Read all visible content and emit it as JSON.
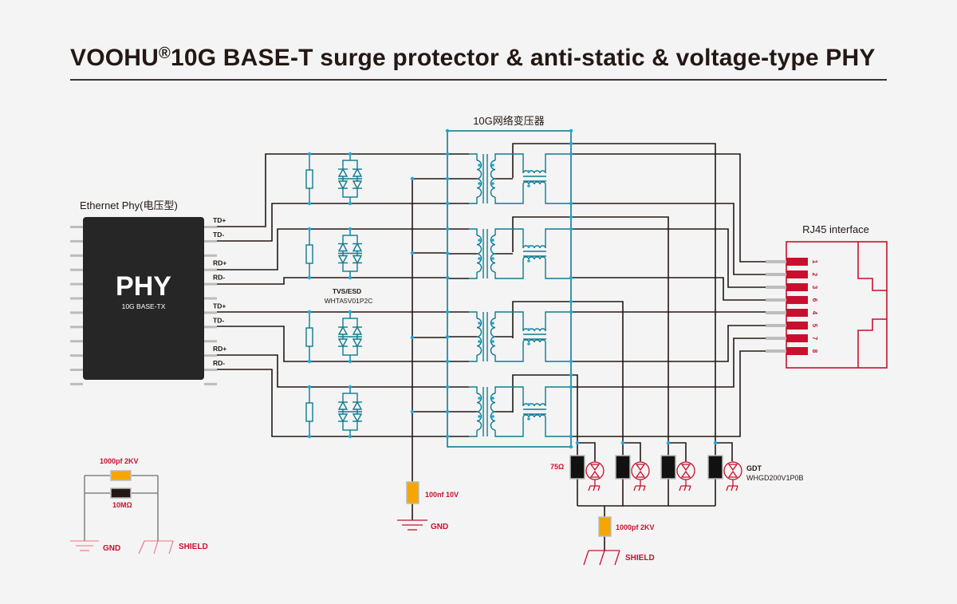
{
  "title": {
    "brand": "VOOHU",
    "registered": "®",
    "text": "10G BASE-T surge protector & anti-static & voltage-type PHY"
  },
  "phy": {
    "heading": "Ethernet Phy(电压型)",
    "chip_label": "PHY",
    "chip_sublabel": "10G BASE-TX",
    "pins": [
      "TD+",
      "TD-",
      "RD+",
      "RD-",
      "TD+",
      "TD-",
      "RD+",
      "RD-"
    ]
  },
  "tvs": {
    "title": "TVS/ESD",
    "part": "WHTA5V01P2C"
  },
  "transformer": {
    "title": "10G网络变压器"
  },
  "rj45": {
    "title": "RJ45 interface",
    "pins": [
      "1",
      "2",
      "3",
      "6",
      "4",
      "5",
      "7",
      "8"
    ]
  },
  "center_tap": {
    "cap_label": "100nf 10V",
    "gnd_label": "GND"
  },
  "bob_smith": {
    "resistor_label": "75Ω",
    "gdt_title": "GDT",
    "gdt_part": "WHGD200V1P0B",
    "cap_label": "1000pf 2KV",
    "shield_label": "SHIELD"
  },
  "legend": {
    "cap_label": "1000pf 2KV",
    "res_label": "10MΩ",
    "gnd_label": "GND",
    "shield_label": "SHIELD"
  },
  "colors": {
    "wire": "#231815",
    "teal": "#0e7c8f",
    "node": "#1aa6e0",
    "red": "#c8102e",
    "orange": "#f7a600",
    "chip": "#262626",
    "pin": "#bcbcbc"
  }
}
